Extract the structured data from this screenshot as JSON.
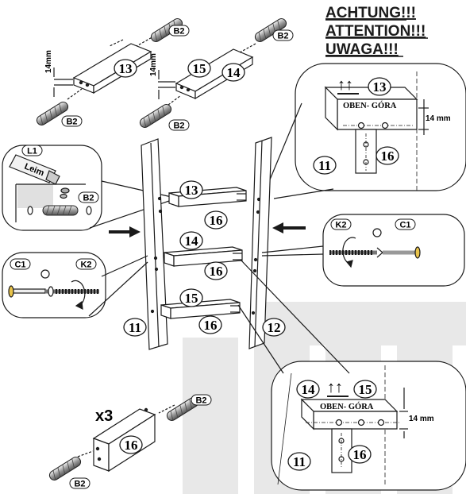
{
  "warning": {
    "line1": "ACHTUNG!!!",
    "line2": "ATTENTION!!!",
    "line3": "UWAGA!!!"
  },
  "parts": {
    "p11": "11",
    "p12": "12",
    "p13": "13",
    "p14": "14",
    "p15": "15",
    "p16": "16",
    "b2": "B2",
    "c1": "C1",
    "k2": "K2",
    "l1": "L1"
  },
  "glue_label": "Leim",
  "dimension": "14mm",
  "dimension_spaced": "14 mm",
  "orientation_label": "OBEN- GÓRA",
  "up_arrows": "↑↑",
  "quantity": "x3",
  "colors": {
    "line": "#1a1a1a",
    "watermark": "#e6e6e6",
    "dowel": "#c8c8c8",
    "screw_head": "#e8c34a"
  }
}
